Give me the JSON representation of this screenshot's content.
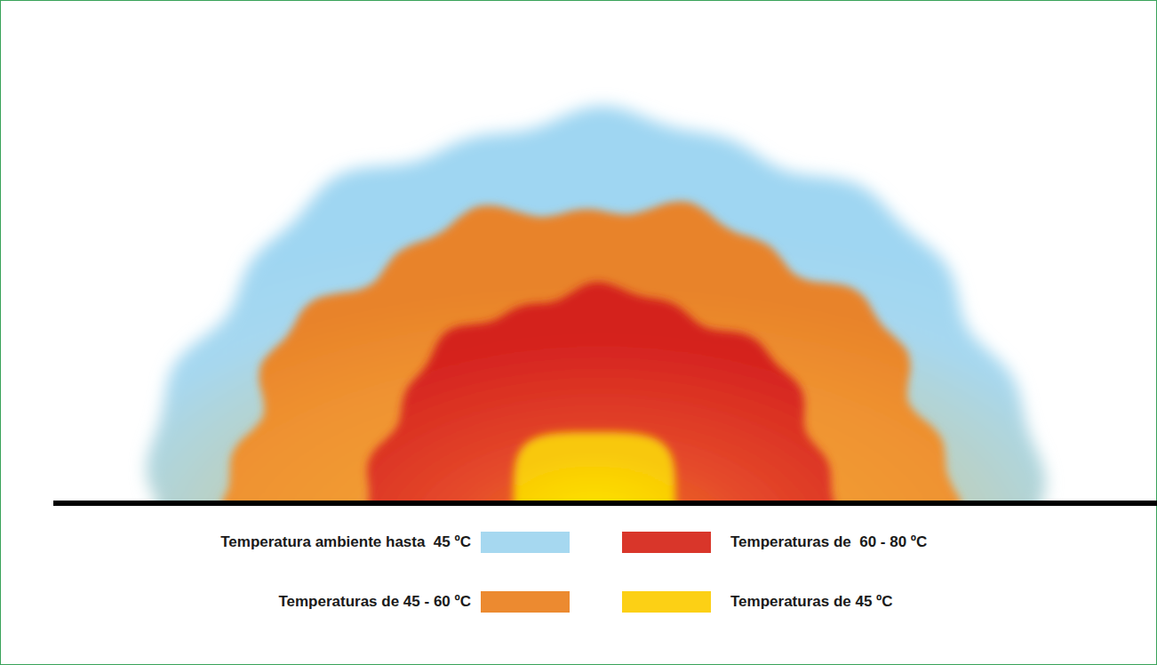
{
  "diagram": {
    "legend": [
      {
        "text": "Temperatura ambiente hasta  45 ºC",
        "color": "#a6d8f0"
      },
      {
        "text": "Temperaturas de  60 - 80 ºC",
        "color": "#d9362a"
      },
      {
        "text": "Temperaturas de 45 - 60 ºC",
        "color": "#ec8a30"
      },
      {
        "text": "Temperaturas de 45 ºC",
        "color": "#fcd015"
      }
    ]
  }
}
